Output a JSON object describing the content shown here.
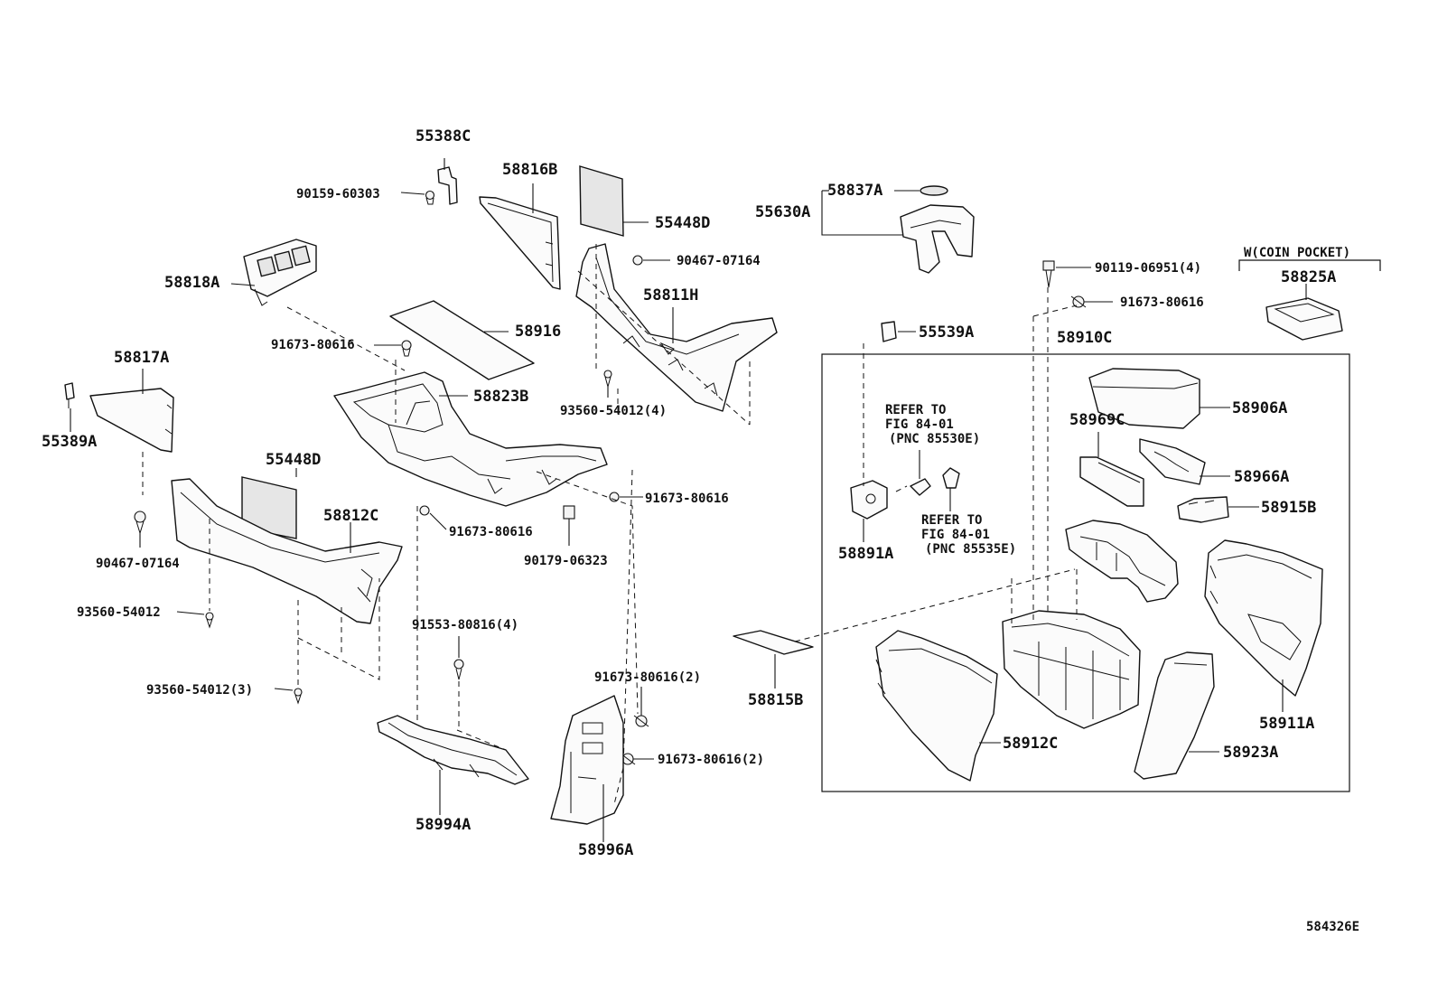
{
  "diagram_id": "584326E",
  "group_box_label": "58910C",
  "coin_pocket_caption": "W(COIN POCKET)",
  "labels": {
    "p55388C": "55388C",
    "p90159_60303": "90159-60303",
    "p58816B": "58816B",
    "p55448D_top": "55448D",
    "p90467_07164_top": "90467-07164",
    "p58811H": "58811H",
    "p58818A": "58818A",
    "p91673_80616_a": "91673-80616",
    "p58916": "58916",
    "p58817A": "58817A",
    "p58823B": "58823B",
    "p93560_54012_4": "93560-54012(4)",
    "p55389A": "55389A",
    "p55448D_mid": "55448D",
    "p58812C": "58812C",
    "p91673_80616_b": "91673-80616",
    "p91673_80616_c": "91673-80616",
    "p90467_07164_left": "90467-07164",
    "p90179_06323": "90179-06323",
    "p93560_54012": "93560-54012",
    "p91553_80816_4": "91553-80816(4)",
    "p93560_54012_3": "93560-54012(3)",
    "p91673_80616_2a": "91673-80616(2)",
    "p91673_80616_2b": "91673-80616(2)",
    "p58994A": "58994A",
    "p58996A": "58996A",
    "p55630A": "55630A",
    "p58837A": "58837A",
    "p90119_06951_4": "90119-06951(4)",
    "p91673_80616_d": "91673-80616",
    "p58825A": "58825A",
    "p55539A": "55539A",
    "p58906A": "58906A",
    "p58969C": "58969C",
    "p58966A": "58966A",
    "p58915B": "58915B",
    "p58891A": "58891A",
    "p58815B": "58815B",
    "p58912C": "58912C",
    "p58923A": "58923A",
    "p58911A": "58911A"
  },
  "notes": {
    "refer1_line1": "REFER TO",
    "refer1_line2": "FIG 84-01",
    "refer1_line3": "(PNC 85530E)",
    "refer2_line1": "REFER TO",
    "refer2_line2": "FIG 84-01",
    "refer2_line3": "(PNC 85535E)"
  }
}
